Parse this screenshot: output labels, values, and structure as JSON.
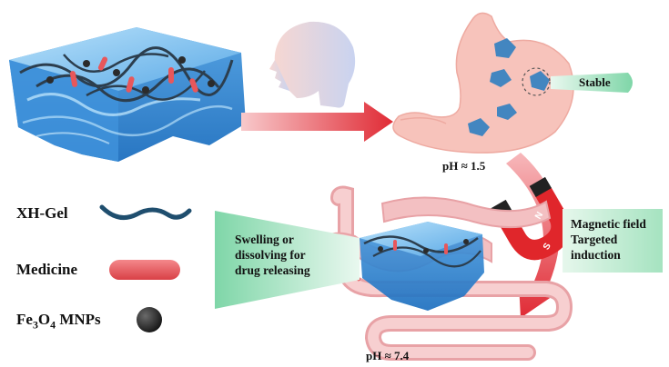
{
  "legend": {
    "xh_gel": "XH-Gel",
    "medicine": "Medicine",
    "fe3o4_prefix": "Fe",
    "fe3o4_sub1": "3",
    "fe3o4_mid": "O",
    "fe3o4_sub2": "4",
    "fe3o4_suffix": " MNPs"
  },
  "stomach": {
    "stable_label": "Stable",
    "ph_label": "pH ≈ 1.5"
  },
  "intestine": {
    "ph_label": "pH ≈ 7.4",
    "release_line1": "Swelling or",
    "release_line2": "dissolving for",
    "release_line3": "drug releasing"
  },
  "magnet": {
    "field_line1": "Magnetic field",
    "field_line2": "Targeted",
    "field_line3": "induction",
    "pole_n": "N",
    "pole_s": "S"
  },
  "colors": {
    "gel_blue": "#3a8fd6",
    "gel_light": "#9fd2f5",
    "fiber": "#1f4e6e",
    "medicine": "#e8575b",
    "particle": "#2b2b2b",
    "stomach": "#f7c3bb",
    "green_fade": "#8fdbb2",
    "arrow_red": "#e02b35",
    "magnet_red": "#e0262b"
  }
}
